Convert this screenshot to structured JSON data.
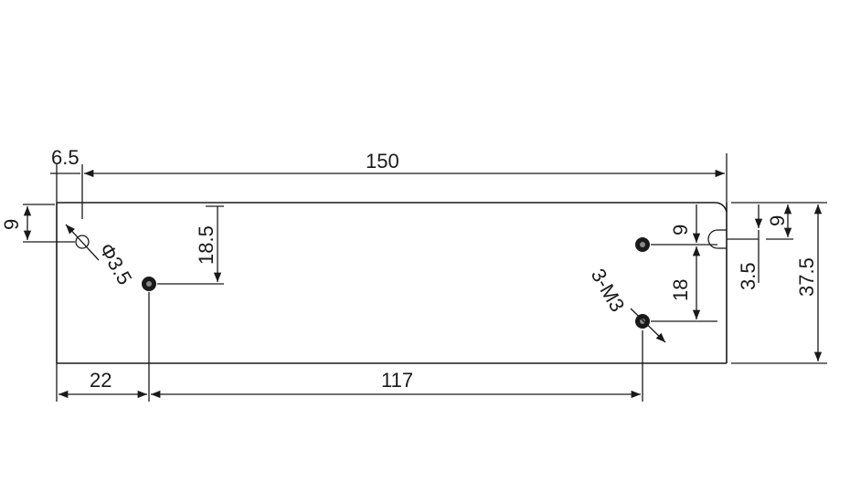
{
  "drawing": {
    "dimensions": {
      "overall_length": "150",
      "left_offset": "6.5",
      "top_hole_offset": "9",
      "hole_spacing_left_vertical": "18.5",
      "hole_diameter": "Φ3.5",
      "left_to_first_hole": "22",
      "hole_spacing_horizontal": "117",
      "right_top_offset": "9",
      "right_hole_spacing_vertical": "18",
      "thread_callout": "3-M3",
      "slot_width": "3.5",
      "slot_top_offset": "9",
      "overall_height": "37.5"
    },
    "colors": {
      "ink": "#1a1a1a",
      "background": "#ffffff"
    }
  }
}
